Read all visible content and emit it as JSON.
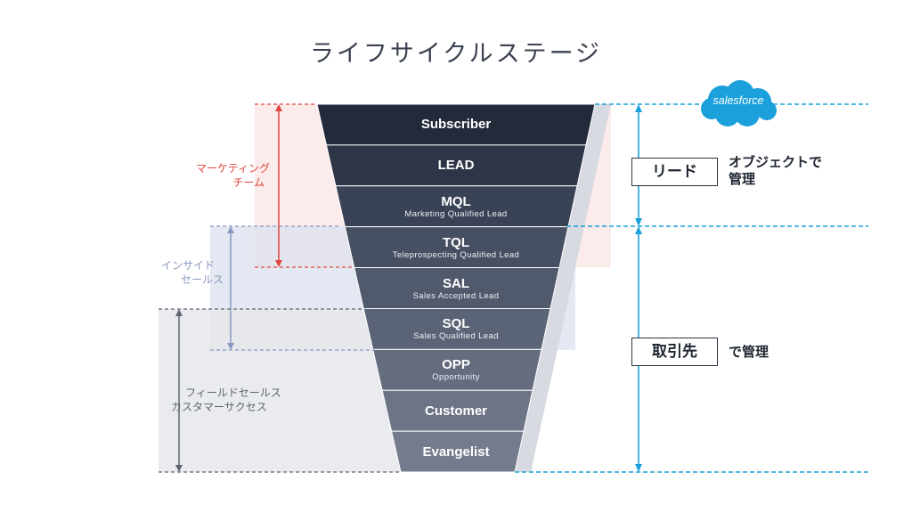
{
  "title": "ライフサイクルステージ",
  "stages": [
    {
      "name": "Subscriber",
      "sub": "",
      "color": "#232a3a"
    },
    {
      "name": "LEAD",
      "sub": "",
      "color": "#2d3547"
    },
    {
      "name": "MQL",
      "sub": "Marketing Qualified Lead",
      "color": "#3a4255"
    },
    {
      "name": "TQL",
      "sub": "Teleprospecting Qualified Lead",
      "color": "#474f62"
    },
    {
      "name": "SAL",
      "sub": "Sales Accepted Lead",
      "color": "#51596c"
    },
    {
      "name": "SQL",
      "sub": "Sales Qualified Lead",
      "color": "#5b6376"
    },
    {
      "name": "OPP",
      "sub": "Opportunity",
      "color": "#646c7e"
    },
    {
      "name": "Customer",
      "sub": "",
      "color": "#6c7486"
    },
    {
      "name": "Evangelist",
      "sub": "",
      "color": "#747b8c"
    }
  ],
  "teams": {
    "marketing": {
      "line1": "マーケティング",
      "line2": "チーム",
      "color": "#e0453e"
    },
    "inside_sales": {
      "line1": "インサイド",
      "line2": "セールス",
      "color": "#8a98c0"
    },
    "field_sales": {
      "line1": "フィールドセールス",
      "line2": "カスタマーサクセス",
      "color": "#5e6472"
    }
  },
  "salesforce": {
    "logo_text": "salesforce",
    "color": "#1ba0dc",
    "lead_box": "リード",
    "lead_note_line1": "オブジェクトで",
    "lead_note_line2": "管理",
    "account_box": "取引先",
    "account_note": "で管理"
  }
}
